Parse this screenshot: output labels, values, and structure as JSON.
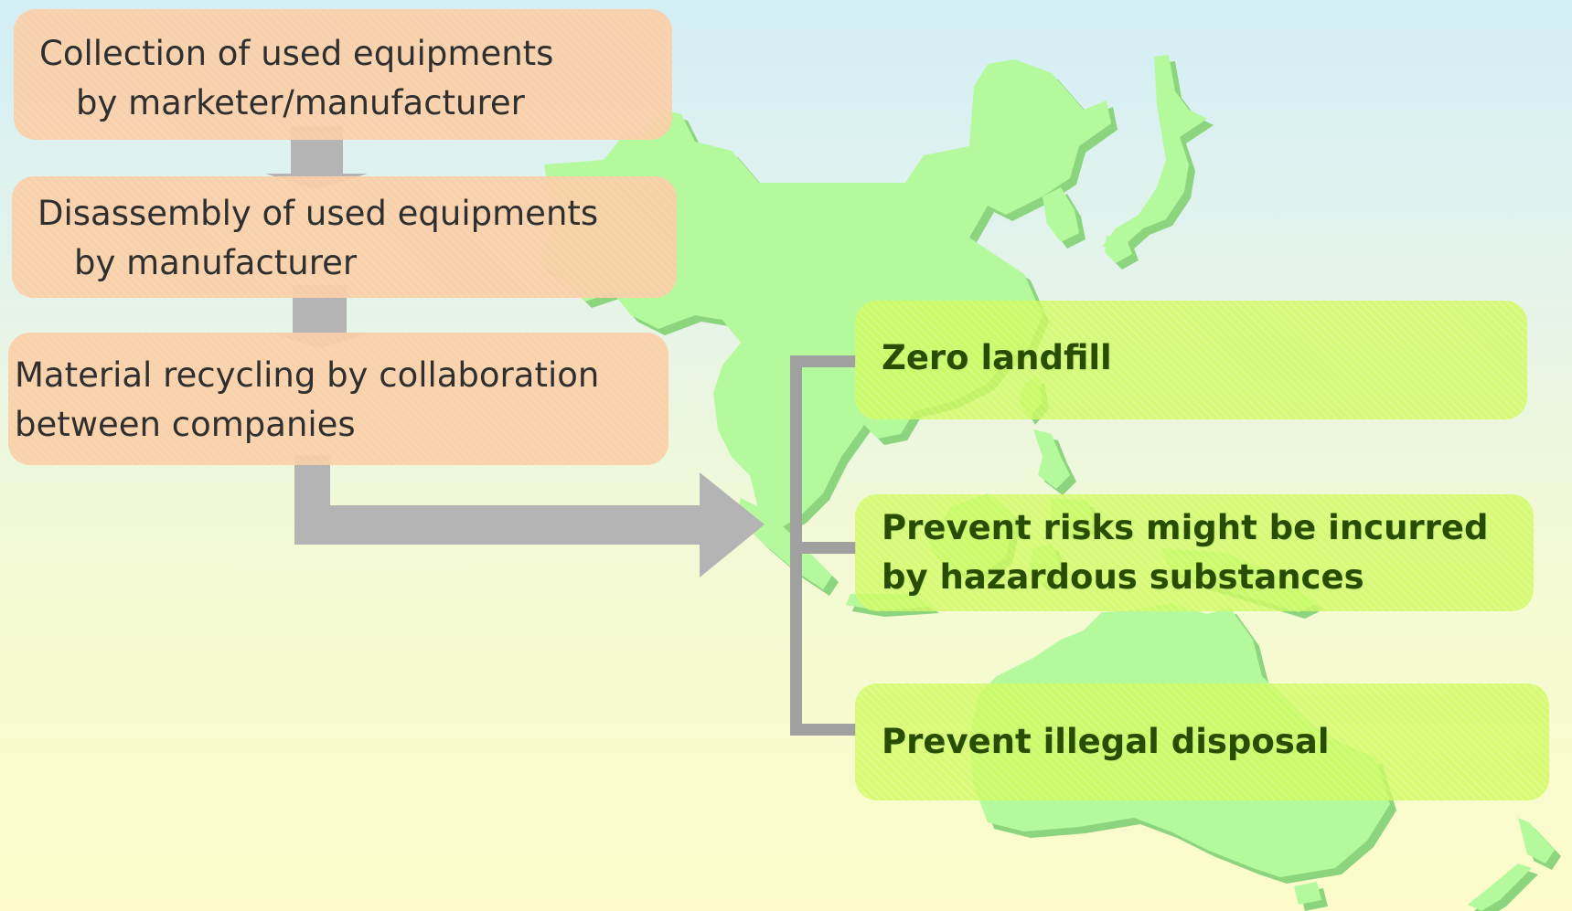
{
  "flow_steps": [
    {
      "line1": "Collection of used equipments",
      "line2": "by marketer/manufacturer"
    },
    {
      "line1": "Disassembly of used equipments",
      "line2": "by manufacturer"
    },
    {
      "line1": "Material recycling by collaboration",
      "line2": "between companies"
    }
  ],
  "outcomes": [
    {
      "line1": "Zero landfill",
      "line2": ""
    },
    {
      "line1": "Prevent risks might be incurred",
      "line2": "by hazardous substances"
    },
    {
      "line1": "Prevent illegal disposal",
      "line2": ""
    }
  ],
  "colors": {
    "step_fill": "#facea6",
    "outcome_fill": "#cefa5a",
    "outcome_text": "#284d00",
    "land": "#b4fa9c",
    "land_shadow": "#8cd47e",
    "arrow": "#b4b4b4",
    "connector": "#a0a0a0"
  }
}
